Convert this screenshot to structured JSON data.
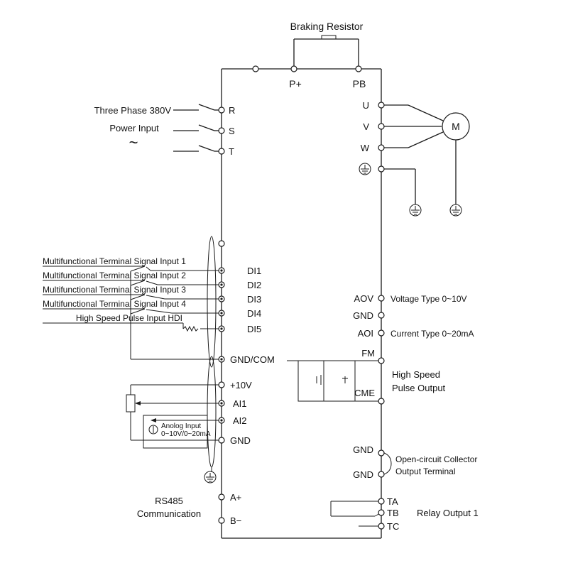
{
  "diagram": {
    "braking_resistor": "Braking Resistor",
    "p_plus": "P+",
    "pb": "PB",
    "power_input_line1": "Three Phase 380V",
    "power_input_line2": "Power Input",
    "tilde": "~",
    "r": "R",
    "s": "S",
    "t": "T",
    "u": "U",
    "v": "V",
    "w": "W",
    "motor": "M",
    "di_labels": [
      "Multifunctional Terminal Signal Input 1",
      "Multifunctional Terminal Signal Input 2",
      "Multifunctional Terminal Signal Input 3",
      "Multifunctional Terminal Signal Input 4",
      "High Speed Pulse Input HDI"
    ],
    "di_terminals": [
      "DI1",
      "DI2",
      "DI3",
      "DI4",
      "DI5"
    ],
    "gnd_com": "GND/COM",
    "plus_10v": "+10V",
    "ai1": "AI1",
    "ai2": "AI2",
    "gnd": "GND",
    "analog_input_line1": "Anolog Input",
    "analog_input_line2": "0~10V/0~20mA",
    "rs485_line1": "RS485",
    "rs485_line2": "Communication",
    "a_plus": "A+",
    "b_minus": "B−",
    "aov": "AOV",
    "aov_desc": "Voltage Type 0~10V",
    "gnd_right": "GND",
    "aoi": "AOI",
    "aoi_desc": "Current Type 0~20mA",
    "fm": "FM",
    "cme": "CME",
    "hs_out_line1": "High Speed",
    "hs_out_line2": "Pulse Output",
    "oc_gnd1": "GND",
    "oc_gnd2": "GND",
    "oc_desc_line1": "Open-circuit Collector",
    "oc_desc_line2": "Output Terminal",
    "ta": "TA",
    "tb": "TB",
    "tc": "TC",
    "relay_desc": "Relay Output 1"
  }
}
